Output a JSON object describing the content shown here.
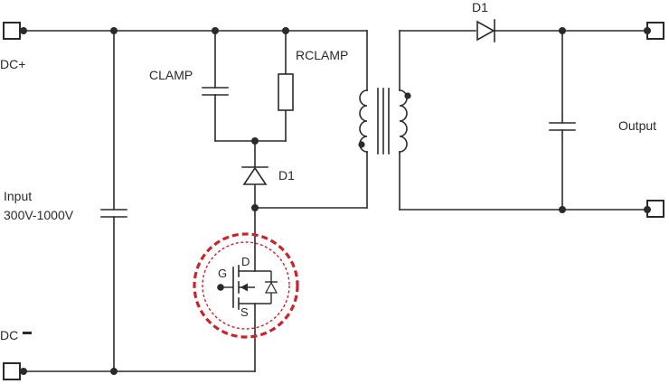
{
  "labels": {
    "dc_plus": "DC+",
    "dc_minus": "DC",
    "input_line1": "Input",
    "input_line2": "300V-1000V",
    "clamp": "CLAMP",
    "rclamp": "RCLAMP",
    "d1_primary": "D1",
    "d1_secondary": "D1",
    "output": "Output",
    "gate": "G",
    "drain": "D",
    "source": "S"
  },
  "colors": {
    "wire": "#2a2a2a",
    "highlight_ring": "#cc2229"
  },
  "icons": {
    "mosfet": "n-channel-mosfet-symbol",
    "diode": "diode-symbol",
    "capacitor": "capacitor-symbol",
    "resistor": "resistor-symbol",
    "transformer": "transformer-symbol",
    "terminal": "terminal-square"
  }
}
